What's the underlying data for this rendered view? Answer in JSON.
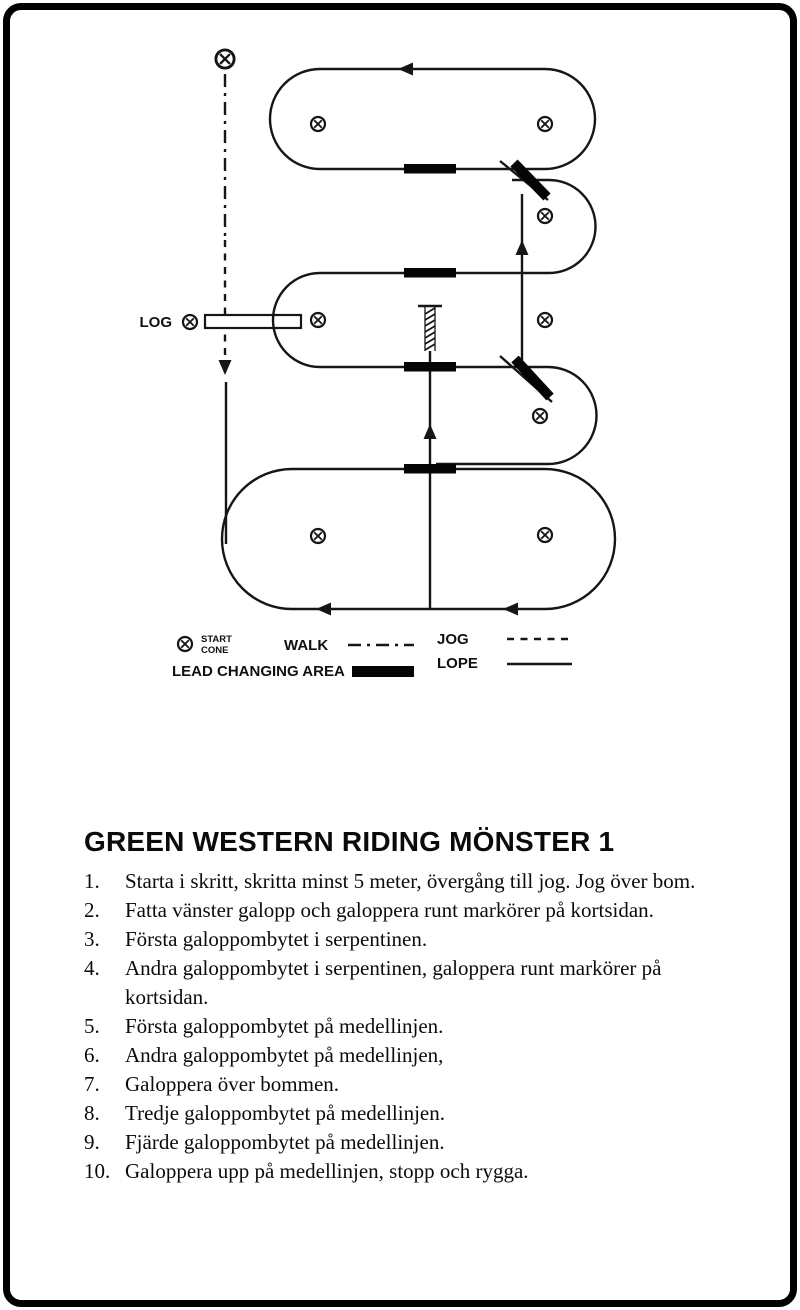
{
  "page": {
    "title": "GREEN WESTERN RIDING MÖNSTER 1",
    "background": "#ffffff",
    "frame_color": "#000000"
  },
  "colors": {
    "ink": "#161616",
    "bar": "#050505"
  },
  "diagram": {
    "log_label": "LOG",
    "legend": {
      "start_cone_line1": "START",
      "start_cone_line2": "CONE",
      "walk_label": "WALK",
      "jog_label": "JOG",
      "lope_label": "LOPE",
      "lead_changing_label": "LEAD CHANGING AREA"
    }
  },
  "instructions": [
    {
      "num": "1.",
      "text": "Starta i skritt, skritta minst 5 meter, övergång till jog. Jog över bom."
    },
    {
      "num": "2.",
      "text": "Fatta vänster galopp och galoppera runt markörer på kortsidan."
    },
    {
      "num": "3.",
      "text": "Första galoppombytet i serpentinen."
    },
    {
      "num": "4.",
      "text": "Andra galoppombytet i serpentinen, galoppera runt markörer på kortsidan."
    },
    {
      "num": "5.",
      "text": "Första galoppombytet på medellinjen."
    },
    {
      "num": "6.",
      "text": "Andra galoppombytet på medellinjen,"
    },
    {
      "num": "7.",
      "text": "Galoppera över bommen."
    },
    {
      "num": "8.",
      "text": "Tredje galoppombytet på medellinjen."
    },
    {
      "num": "9.",
      "text": "Fjärde galoppombytet på medellinjen."
    },
    {
      "num": "10.",
      "text": "Galoppera upp på medellinjen, stopp och rygga."
    }
  ]
}
